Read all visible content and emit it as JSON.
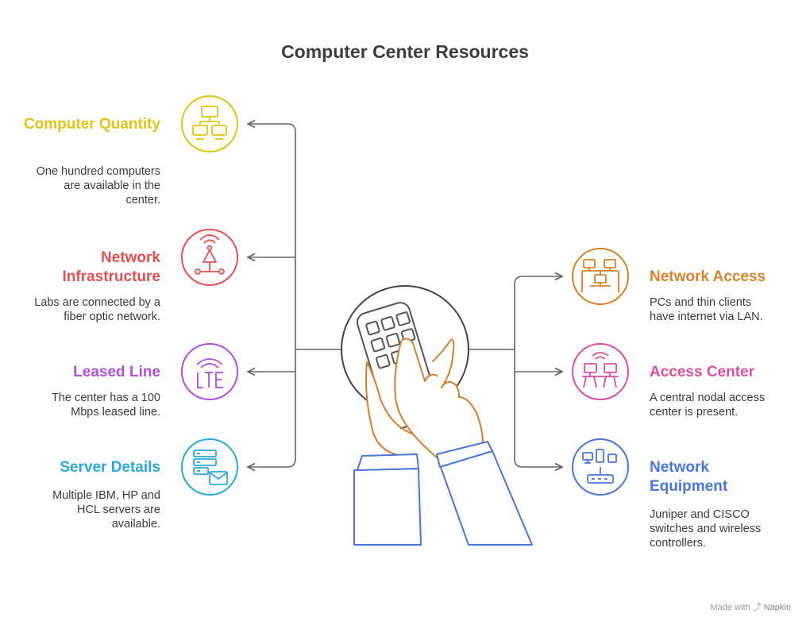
{
  "title": "Computer Center Resources",
  "colors": {
    "yellow": "#E0C516",
    "red": "#E05252",
    "purple": "#B04FD8",
    "cyan": "#2BA9D6",
    "orange": "#D9822B",
    "pink": "#DB4FA2",
    "blue": "#4A76D6",
    "connector": "#666666",
    "hand_orange": "#D08030",
    "sleeve_blue": "#4A76D6"
  },
  "left_items": [
    {
      "heading": "Computer Quantity",
      "lines": [
        "One hundred computers",
        "are available in the",
        "center."
      ],
      "icon": "network-computers-icon"
    },
    {
      "heading": "Network Infrastructure",
      "lines": [
        "Labs are connected by a",
        "fiber optic network."
      ],
      "icon": "antenna-icon"
    },
    {
      "heading": "Leased Line",
      "lines": [
        "The center has a 100",
        "Mbps leased line."
      ],
      "icon": "lte-icon"
    },
    {
      "heading": "Server Details",
      "lines": [
        "Multiple IBM, HP and",
        "HCL servers are",
        "available."
      ],
      "icon": "server-mail-icon"
    }
  ],
  "right_items": [
    {
      "heading": "Network Access",
      "lines": [
        "PCs and thin clients",
        "have internet via LAN."
      ],
      "icon": "lan-computers-icon"
    },
    {
      "heading": "Access Center",
      "lines": [
        "A central nodal access",
        "center is present."
      ],
      "icon": "wireless-desks-icon"
    },
    {
      "heading": "Network Equipment",
      "lines": [
        "Juniper and CISCO",
        "switches and wireless",
        "controllers."
      ],
      "icon": "router-devices-icon"
    }
  ],
  "footer": {
    "made_with": "Made with",
    "brand": "Napkin"
  }
}
